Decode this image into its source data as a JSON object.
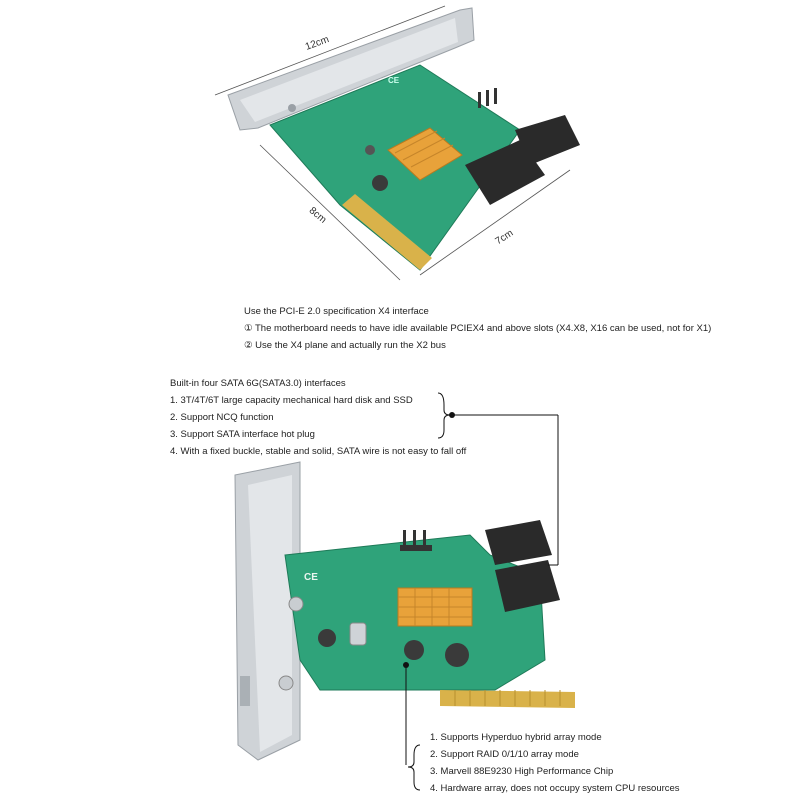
{
  "top_card": {
    "dimensions": {
      "length": "12cm",
      "width": "8cm",
      "depth": "7cm"
    },
    "interface_title": "Use the PCI-E 2.0 specification X4 interface",
    "interface_notes": [
      {
        "marker": "①",
        "text": "The motherboard needs to have idle available PCIEX4 and above slots (X4.X8, X16 can be used, not for X1)"
      },
      {
        "marker": "②",
        "text": "Use the X4 plane and actually run the X2 bus"
      }
    ],
    "ce_mark": "CE"
  },
  "sata_section": {
    "title": "Built-in four SATA 6G(SATA3.0) interfaces",
    "items": [
      "1. 3T/4T/6T large capacity mechanical hard disk and SSD",
      "2. Support NCQ function",
      "3. Support SATA interface hot plug",
      "4. With a fixed buckle, stable and solid, SATA wire is not easy to fall off"
    ]
  },
  "bottom_card": {
    "ce_mark": "CE",
    "features": [
      "1. Supports Hyperduo hybrid array mode",
      "2. Support RAID 0/1/10 array mode",
      "3. Marvell 88E9230 High Performance Chip",
      "4. Hardware array, does not occupy system CPU resources"
    ]
  },
  "colors": {
    "pcb": "#2fa37a",
    "heatsink": "#e8a23a",
    "gold": "#d9b24a",
    "bracket": "#c9cdd1",
    "connector": "#2a2a2a"
  }
}
